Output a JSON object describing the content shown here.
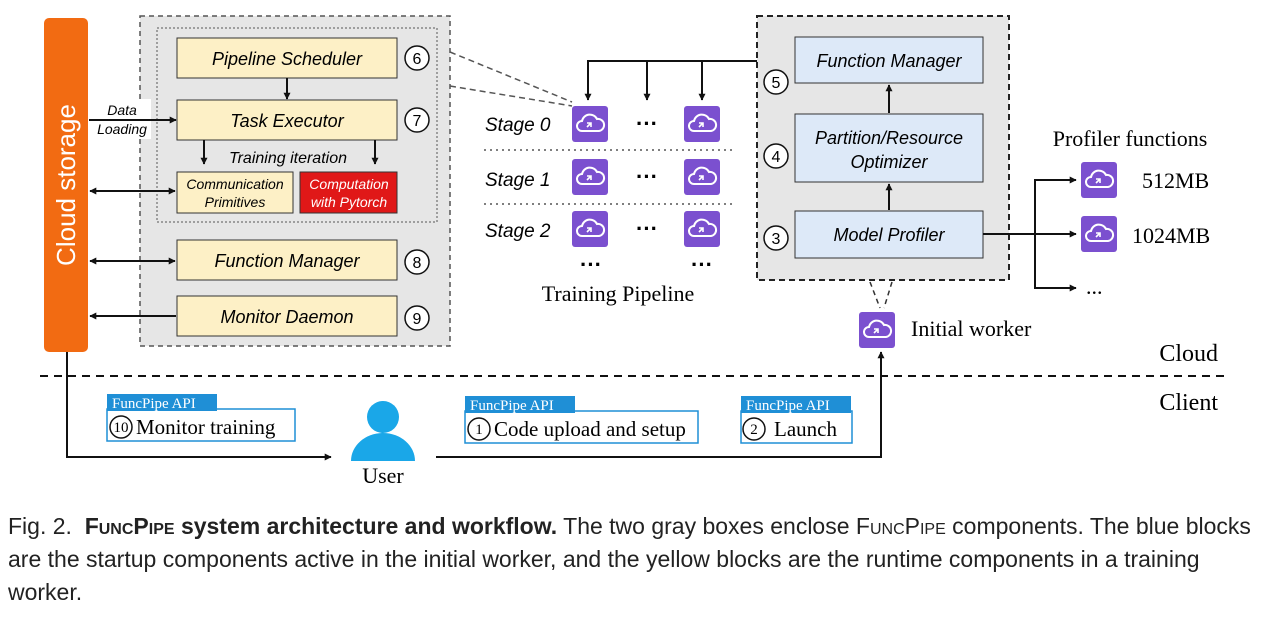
{
  "cloud_storage_label": "Cloud storage",
  "data_loading": [
    "Data",
    "Loading"
  ],
  "worker_components": {
    "pipeline_scheduler": "Pipeline Scheduler",
    "task_executor": "Task Executor",
    "training_iteration": "Training iteration",
    "communication_primitives": [
      "Communication",
      "Primitives"
    ],
    "computation_with_pytorch": [
      "Computation",
      "with Pytorch"
    ],
    "function_manager": "Function Manager",
    "monitor_daemon": "Monitor Daemon"
  },
  "step_numbers": {
    "pipeline_scheduler": "6",
    "task_executor": "7",
    "function_manager_worker": "8",
    "monitor_daemon": "9",
    "function_manager_init": "5",
    "optimizer": "4",
    "model_profiler": "3",
    "monitor_training": "10",
    "code_upload": "1",
    "launch": "2"
  },
  "stages": [
    "Stage 0",
    "Stage 1",
    "Stage 2"
  ],
  "dots": "···",
  "training_pipeline_label": "Training Pipeline",
  "initial_worker_components": {
    "function_manager": "Function Manager",
    "optimizer": [
      "Partition/Resource",
      "Optimizer"
    ],
    "model_profiler": "Model Profiler"
  },
  "profiler_functions_label": "Profiler functions",
  "profiler_memory": [
    "512MB",
    "1024MB"
  ],
  "profiler_more": "...",
  "initial_worker_label": "Initial worker",
  "cloud_label": "Cloud",
  "client_label": "Client",
  "api_tag": "FuncPipe API",
  "client_actions": {
    "monitor_training": "Monitor training",
    "code_upload": "Code upload and setup",
    "launch": "Launch"
  },
  "user_label": "User",
  "caption": {
    "prefix": "Fig. 2.",
    "title": "FuncPipe system architecture and workflow.",
    "text_a": "The two gray boxes enclose",
    "name": "FuncPipe",
    "text_b": "components. The blue blocks are the startup components active in the initial worker, and the yellow blocks are the runtime components in a training worker."
  },
  "colors": {
    "cloud_storage": "#f26b12",
    "yellow_block": "#fdf0c6",
    "blue_block": "#dde9f8",
    "computation_red": "#e01818",
    "gray_box": "#e6e6e6",
    "function_icon": "#7b50cf",
    "api_tag": "#1f8fd6"
  }
}
